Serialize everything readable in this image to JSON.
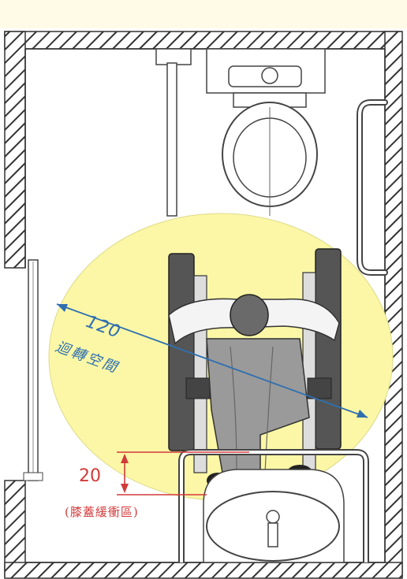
{
  "diagram": {
    "turning_space": {
      "diameter_label": "120",
      "caption": "迴轉空間"
    },
    "knee_clearance": {
      "depth_label": "20",
      "caption": "(膝蓋緩衝區)"
    },
    "colors": {
      "turning_circle_fill": "#fbf7a6",
      "diameter_line": "#2f6fb0",
      "dimension_line": "#d23a3a",
      "wall_hatch": "#333333"
    },
    "fixtures": [
      "toilet",
      "grab-bar-left",
      "grab-bar-right",
      "wheelchair-user",
      "washbasin",
      "door"
    ]
  }
}
